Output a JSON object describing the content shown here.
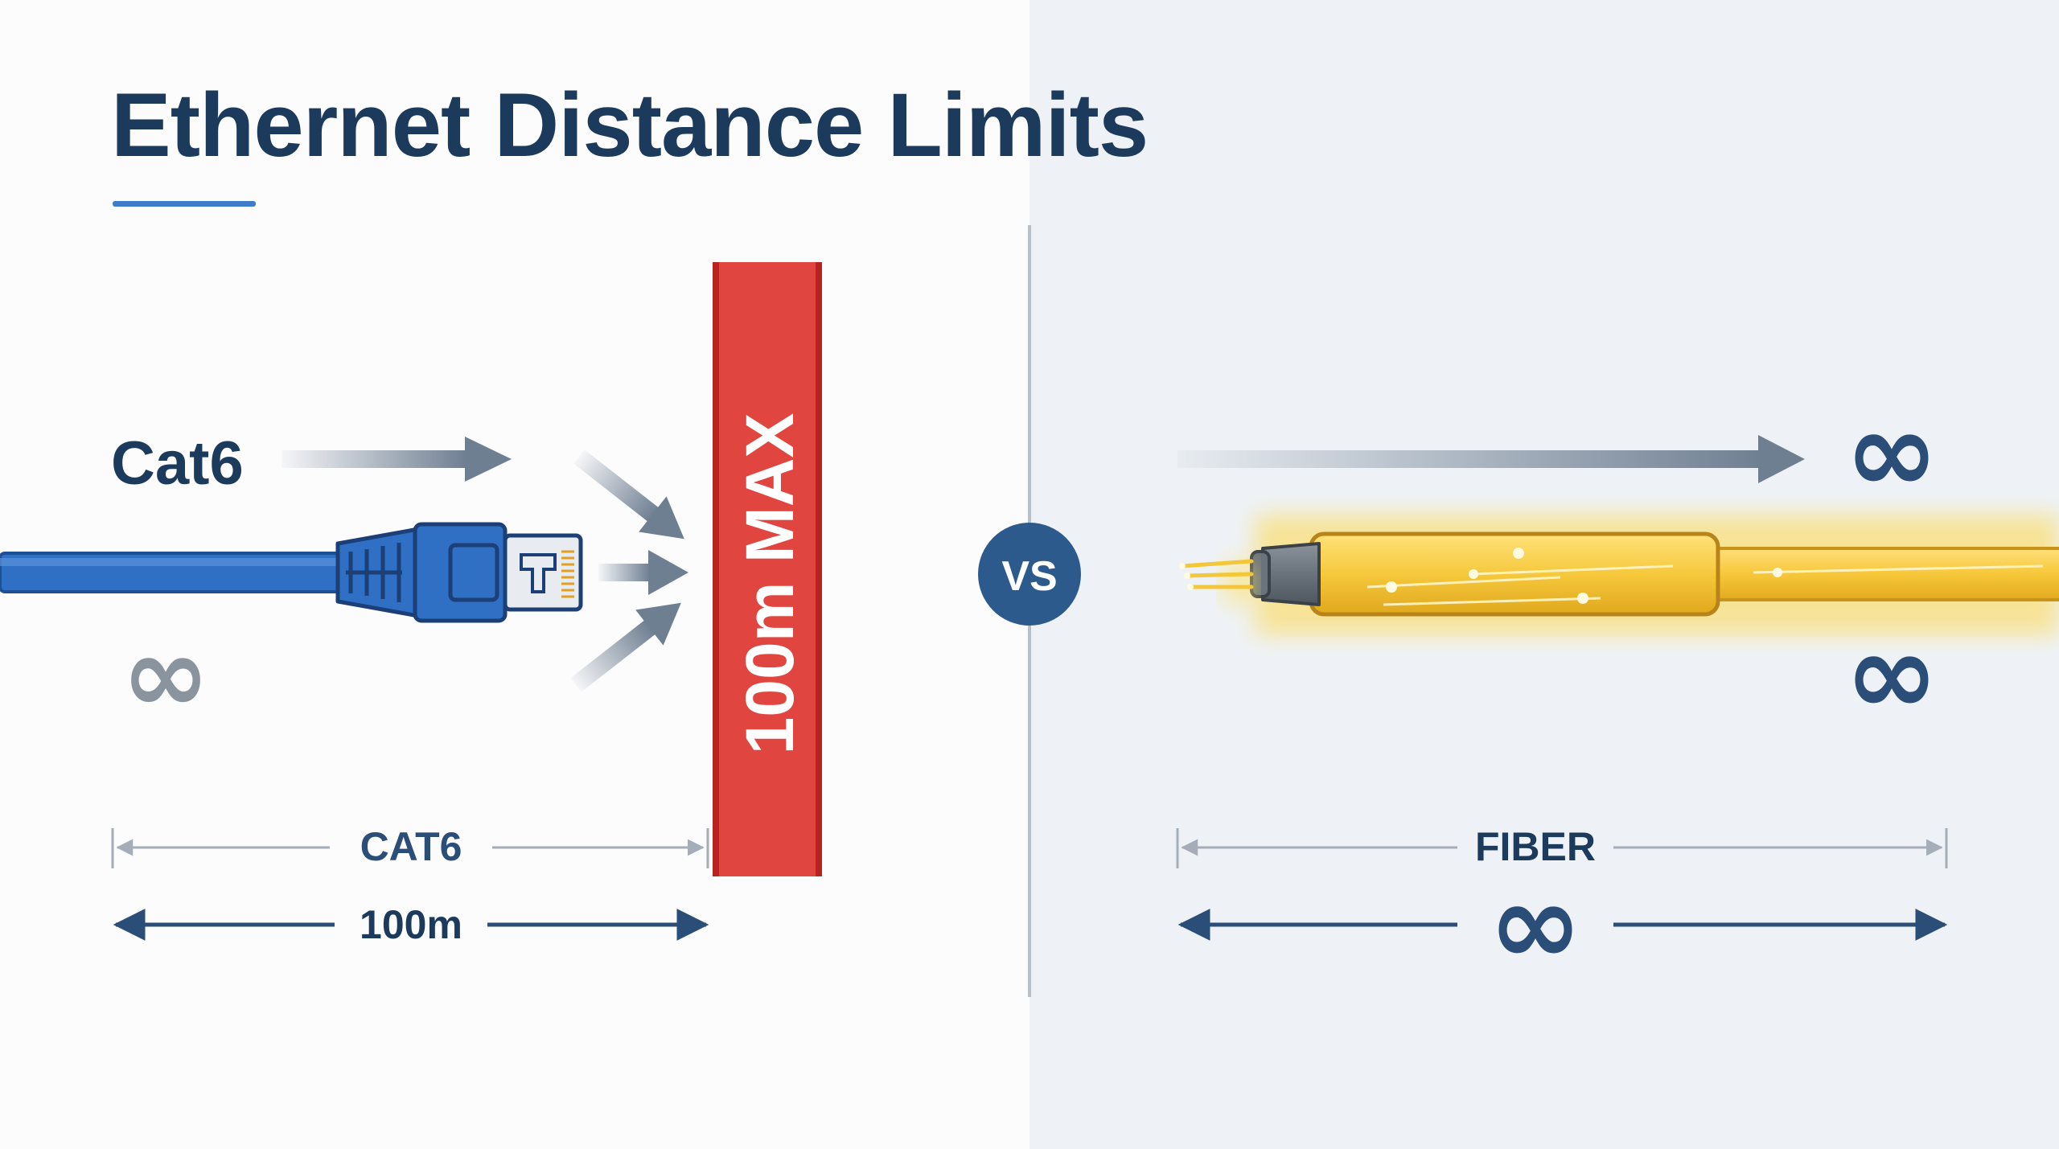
{
  "title": "Ethernet Distance Limits",
  "left": {
    "cable_label": "Cat6",
    "barrier_label": "100m MAX",
    "infinity_symbol": "∞",
    "dim_label": "CAT6",
    "distance_label": "100m"
  },
  "center": {
    "vs_label": "VS"
  },
  "right": {
    "infinity_top": "∞",
    "infinity_mid": "∞",
    "dim_label": "FIBER",
    "distance_symbol": "∞"
  },
  "colors": {
    "title": "#1c3a5c",
    "accent_underline": "#3d7cc9",
    "barrier_red": "#e0463f",
    "copper_blue": "#2f6fc4",
    "fiber_yellow": "#f4c63a",
    "badge_navy": "#2c5a8c",
    "arrow_grey": "#6f7f92"
  },
  "icons": [
    "rj45-connector-icon",
    "fiber-optic-cable-icon",
    "infinity-icon",
    "arrow-right-icon"
  ]
}
